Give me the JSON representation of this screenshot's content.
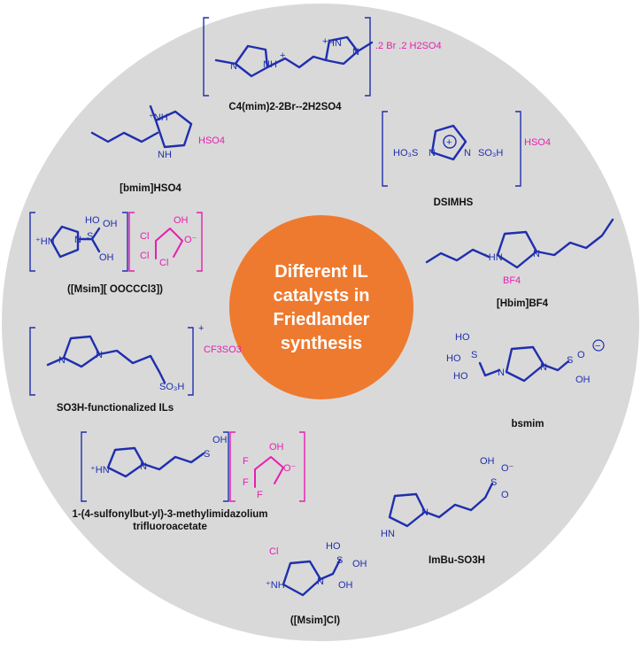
{
  "center": {
    "lines": [
      "Different IL",
      "catalysts in",
      "Friedlander",
      "synthesis"
    ],
    "fill": "#ee7a2f"
  },
  "colors": {
    "background_disc": "#d9d9d9",
    "bond": "#1f2fae",
    "counterion": "#e61fb0"
  },
  "molecules": {
    "c4mim": {
      "caption": "C4(mim)2-2Br--2H2SO4",
      "counterion": ".2 Br  .2 H2SO4"
    },
    "bmim": {
      "caption": "[bmim]HSO4",
      "counterion": "HSO4"
    },
    "dsimhs": {
      "caption": "DSIMHS",
      "counterion": "HSO4"
    },
    "msim_chloral": {
      "caption": "([Msim][ OOCCCl3])"
    },
    "hbim": {
      "caption": "[Hbim]BF4",
      "counterion": "BF4"
    },
    "so3h": {
      "caption": "SO3H-functionalized ILs",
      "counterion": "CF3SO3"
    },
    "bsmim": {
      "caption": "bsmim"
    },
    "sulfonylbutyl": {
      "caption_lines": [
        "1-(4-sulfonylbut-yl)-3-methylimidazolium",
        "trifluoroacetate"
      ]
    },
    "imbu": {
      "caption": "ImBu-SO3H"
    },
    "msimcl": {
      "caption": "([Msim]Cl)",
      "counterion": "Cl"
    }
  }
}
